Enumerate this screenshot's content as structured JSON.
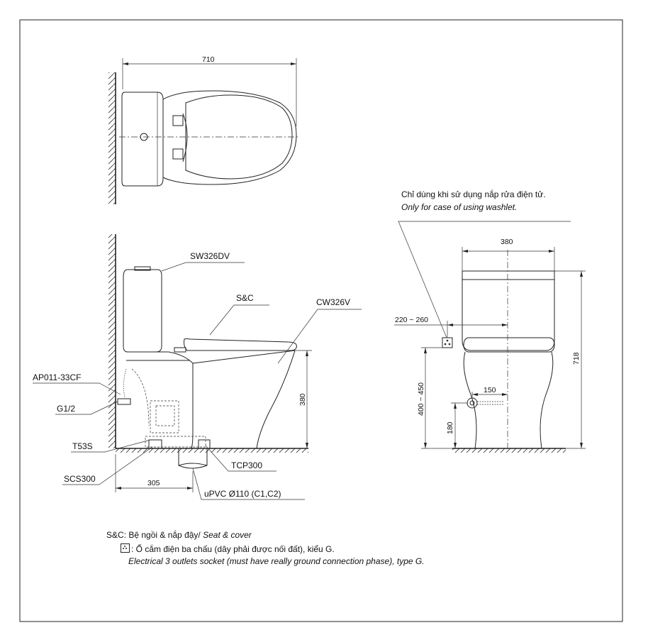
{
  "top_view": {
    "dim_length": "710"
  },
  "side_view": {
    "labels": {
      "tank": "SW326DV",
      "seat": "S&C",
      "bowl": "CW326V",
      "valve": "AP011-33CF",
      "inlet": "G1/2",
      "t53s": "T53S",
      "scs300": "SCS300",
      "tcp300": "TCP300",
      "pipe": "uPVC Ø110 (C1,C2)"
    },
    "dim_rough_in": "305",
    "dim_seat_height": "380"
  },
  "front_view": {
    "note_vi": "Chỉ dùng khi sử dụng nắp rửa điện tử.",
    "note_en": "Only for case of using washlet.",
    "dim_width": "380",
    "dim_height": "718",
    "dim_socket_offset": "220 ~ 260",
    "dim_socket_height": "400 ~ 450",
    "dim_inlet_offset": "150",
    "dim_inlet_height": "180"
  },
  "legend": {
    "sc_prefix": "S&C: Bệ ngồi & nắp đậy/ ",
    "sc_en": "Seat & cover",
    "socket_icon": "socket-icon",
    "socket_vi": ": Ổ cắm điện ba chấu (dây phải được nối đất), kiểu G.",
    "socket_en": "Electrical 3 outlets socket (must have really ground connection phase), type G."
  }
}
